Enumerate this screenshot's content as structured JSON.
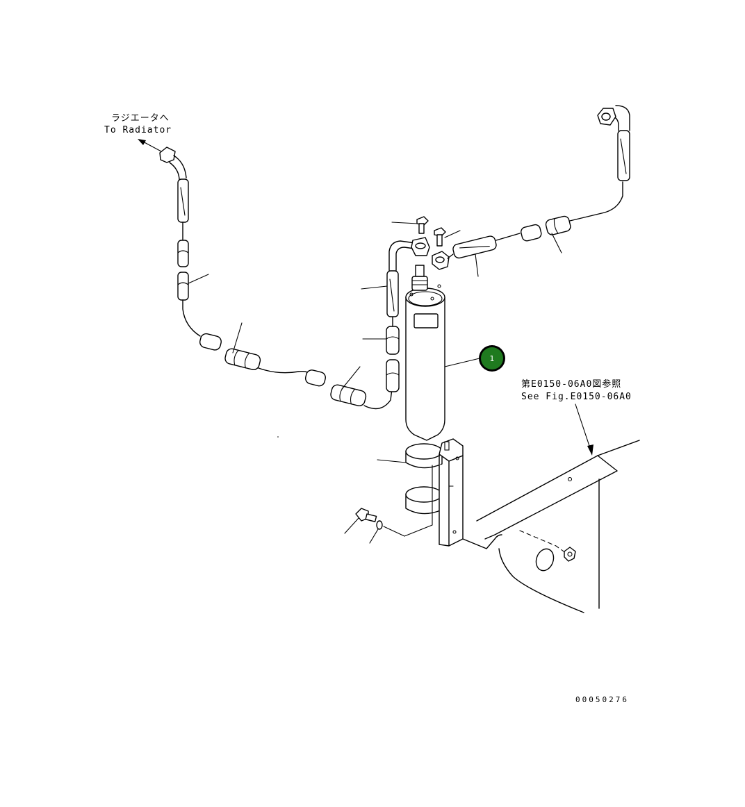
{
  "labels": {
    "radiator_jp": "ラジエータへ",
    "radiator_en": "To Radiator",
    "seefig_jp": "第E0150-06A0図参照",
    "seefig_en": "See Fig.E0150-06A0"
  },
  "part_callout": {
    "number": "1",
    "color": "#1f7a1f"
  },
  "drawing_code": "00050276"
}
